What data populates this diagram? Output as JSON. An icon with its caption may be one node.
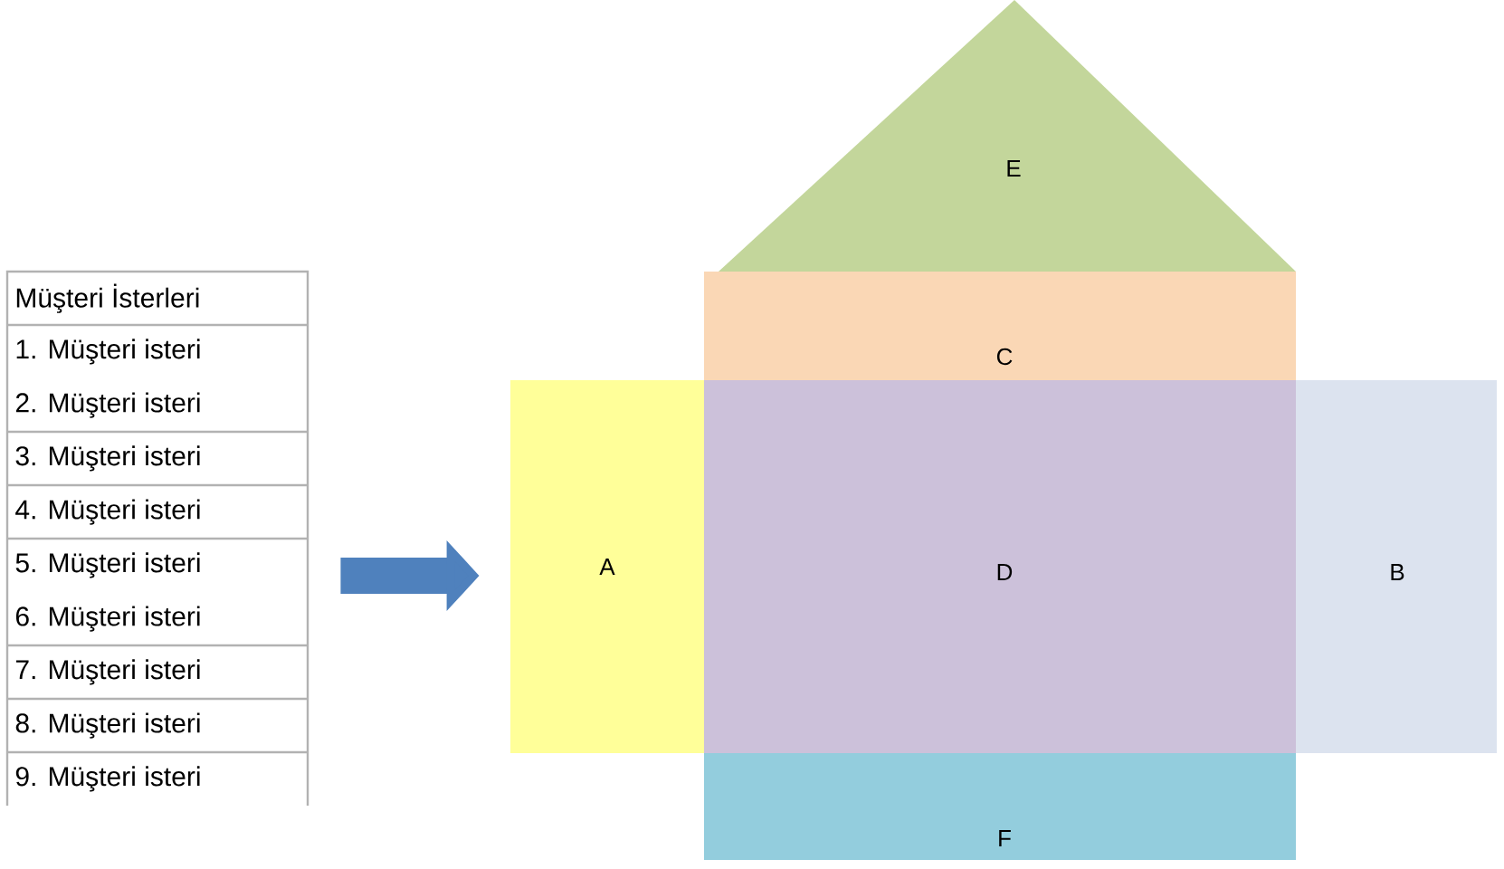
{
  "diagram": {
    "nodes": [
      {
        "text": [
          "Müşteri İsterleri",
          "1. Müşteri isteri",
          "2. Müşteri isteri",
          "3. Müşteri isteri",
          "4. Müşteri isteri",
          "5. Müşteri isteri",
          "6. Müşteri isteri",
          "7. Müşteri isteri",
          "8. Müşteri isteri",
          "9. Müşteri isteri"
        ]
      },
      {
        "text": [
          "E"
        ]
      },
      {
        "text": [
          "C"
        ]
      },
      {
        "text": [
          "A"
        ]
      },
      {
        "text": [
          "D"
        ]
      },
      {
        "text": [
          "B"
        ]
      },
      {
        "text": [
          "F"
        ]
      }
    ],
    "edges": [
      {
        "from": 0,
        "to": 3,
        "arrow": "to"
      }
    ]
  }
}
